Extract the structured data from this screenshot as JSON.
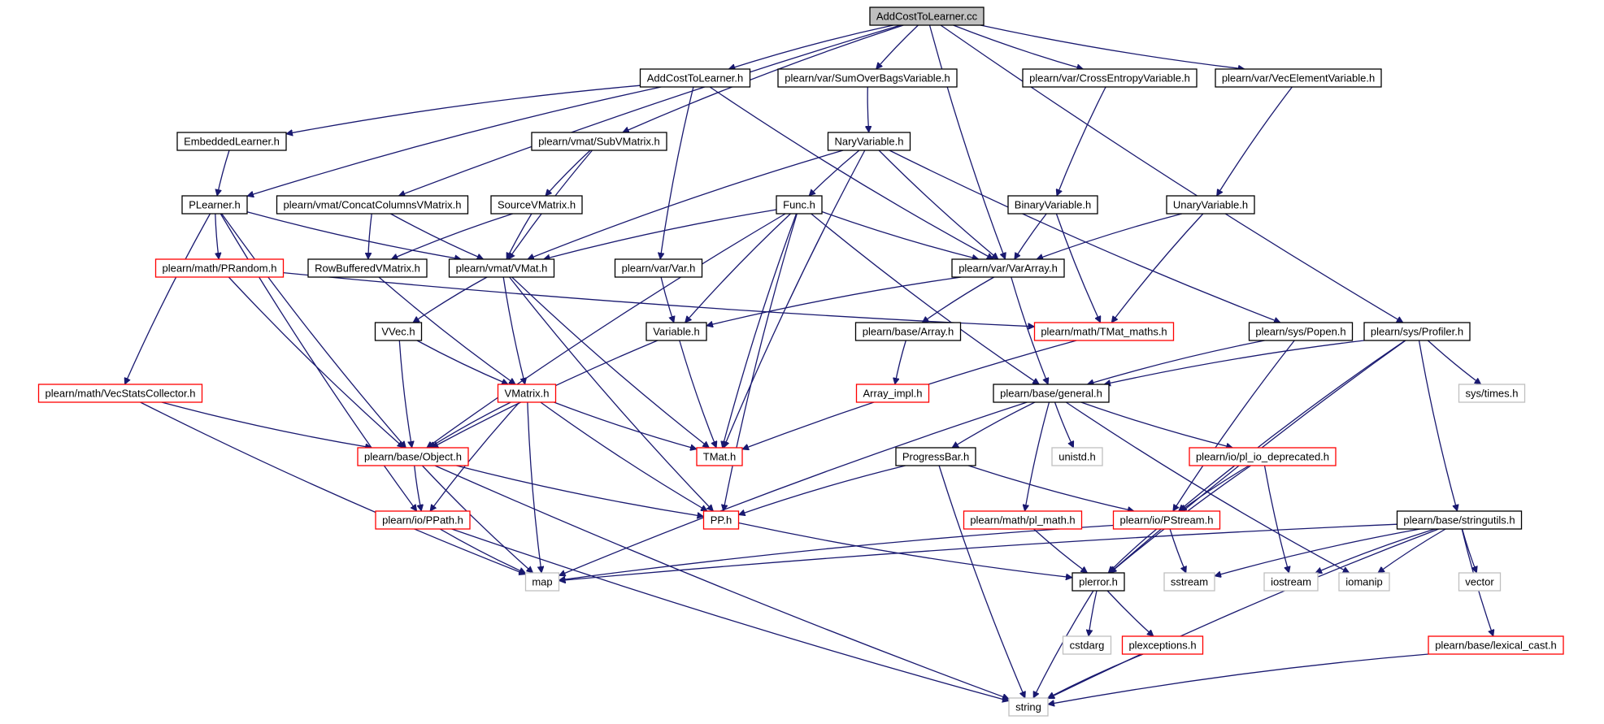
{
  "graph": {
    "title": "AddCostToLearner.cc",
    "colors": {
      "edge": "#191970",
      "root_fill": "#bfbfbf",
      "normal_border": "#000000",
      "truncated_border": "#ff0000",
      "external_border": "#bfbfbf",
      "external_text": "#7f7f7f"
    },
    "nodes": [
      {
        "id": "root",
        "label": "AddCostToLearner.cc",
        "kind": "root"
      },
      {
        "id": "actl_h",
        "label": "AddCostToLearner.h",
        "kind": "normal"
      },
      {
        "id": "sumover",
        "label": "plearn/var/SumOverBagsVariable.h",
        "kind": "normal"
      },
      {
        "id": "crossent",
        "label": "plearn/var/CrossEntropyVariable.h",
        "kind": "normal"
      },
      {
        "id": "vecelem",
        "label": "plearn/var/VecElementVariable.h",
        "kind": "normal"
      },
      {
        "id": "embedded",
        "label": "EmbeddedLearner.h",
        "kind": "normal"
      },
      {
        "id": "subvmat",
        "label": "plearn/vmat/SubVMatrix.h",
        "kind": "normal"
      },
      {
        "id": "nary",
        "label": "NaryVariable.h",
        "kind": "normal"
      },
      {
        "id": "plearner",
        "label": "PLearner.h",
        "kind": "normal"
      },
      {
        "id": "concat",
        "label": "plearn/vmat/ConcatColumnsVMatrix.h",
        "kind": "normal"
      },
      {
        "id": "sourcevm",
        "label": "SourceVMatrix.h",
        "kind": "normal"
      },
      {
        "id": "func",
        "label": "Func.h",
        "kind": "normal"
      },
      {
        "id": "binary",
        "label": "BinaryVariable.h",
        "kind": "normal"
      },
      {
        "id": "unary",
        "label": "UnaryVariable.h",
        "kind": "normal"
      },
      {
        "id": "prandom",
        "label": "plearn/math/PRandom.h",
        "kind": "truncated"
      },
      {
        "id": "rowbuf",
        "label": "RowBufferedVMatrix.h",
        "kind": "normal"
      },
      {
        "id": "vmat",
        "label": "plearn/vmat/VMat.h",
        "kind": "normal"
      },
      {
        "id": "var",
        "label": "plearn/var/Var.h",
        "kind": "normal"
      },
      {
        "id": "vararray",
        "label": "plearn/var/VarArray.h",
        "kind": "normal"
      },
      {
        "id": "vvec",
        "label": "VVec.h",
        "kind": "normal"
      },
      {
        "id": "variable",
        "label": "Variable.h",
        "kind": "normal"
      },
      {
        "id": "array",
        "label": "plearn/base/Array.h",
        "kind": "normal"
      },
      {
        "id": "tmatmaths",
        "label": "plearn/math/TMat_maths.h",
        "kind": "truncated"
      },
      {
        "id": "popen",
        "label": "plearn/sys/Popen.h",
        "kind": "normal"
      },
      {
        "id": "profiler",
        "label": "plearn/sys/Profiler.h",
        "kind": "normal"
      },
      {
        "id": "vecstats",
        "label": "plearn/math/VecStatsCollector.h",
        "kind": "truncated"
      },
      {
        "id": "vmatrix",
        "label": "VMatrix.h",
        "kind": "truncated"
      },
      {
        "id": "arrayimpl",
        "label": "Array_impl.h",
        "kind": "truncated"
      },
      {
        "id": "general",
        "label": "plearn/base/general.h",
        "kind": "normal"
      },
      {
        "id": "systimes",
        "label": "sys/times.h",
        "kind": "external"
      },
      {
        "id": "object",
        "label": "plearn/base/Object.h",
        "kind": "truncated"
      },
      {
        "id": "tmat",
        "label": "TMat.h",
        "kind": "truncated"
      },
      {
        "id": "progress",
        "label": "ProgressBar.h",
        "kind": "normal"
      },
      {
        "id": "unistd",
        "label": "unistd.h",
        "kind": "external"
      },
      {
        "id": "pliodep",
        "label": "plearn/io/pl_io_deprecated.h",
        "kind": "truncated"
      },
      {
        "id": "ppath",
        "label": "plearn/io/PPath.h",
        "kind": "truncated"
      },
      {
        "id": "pp",
        "label": "PP.h",
        "kind": "truncated"
      },
      {
        "id": "plmath",
        "label": "plearn/math/pl_math.h",
        "kind": "truncated"
      },
      {
        "id": "pstream",
        "label": "plearn/io/PStream.h",
        "kind": "truncated"
      },
      {
        "id": "stringutils",
        "label": "plearn/base/stringutils.h",
        "kind": "normal"
      },
      {
        "id": "map",
        "label": "map",
        "kind": "external"
      },
      {
        "id": "plerror",
        "label": "plerror.h",
        "kind": "normal"
      },
      {
        "id": "sstream",
        "label": "sstream",
        "kind": "external"
      },
      {
        "id": "iostream",
        "label": "iostream",
        "kind": "external"
      },
      {
        "id": "iomanip",
        "label": "iomanip",
        "kind": "external"
      },
      {
        "id": "vector",
        "label": "vector",
        "kind": "external"
      },
      {
        "id": "cstdarg",
        "label": "cstdarg",
        "kind": "external"
      },
      {
        "id": "plexceptions",
        "label": "plexceptions.h",
        "kind": "truncated"
      },
      {
        "id": "lexicalcast",
        "label": "plearn/base/lexical_cast.h",
        "kind": "truncated"
      },
      {
        "id": "string",
        "label": "string",
        "kind": "external"
      }
    ],
    "edges": [
      [
        "root",
        "actl_h"
      ],
      [
        "root",
        "sumover"
      ],
      [
        "root",
        "crossent"
      ],
      [
        "root",
        "vecelem"
      ],
      [
        "root",
        "subvmat"
      ],
      [
        "root",
        "concat"
      ],
      [
        "root",
        "vararray"
      ],
      [
        "root",
        "profiler"
      ],
      [
        "actl_h",
        "embedded"
      ],
      [
        "actl_h",
        "plearner"
      ],
      [
        "actl_h",
        "var"
      ],
      [
        "actl_h",
        "vararray"
      ],
      [
        "sumover",
        "nary"
      ],
      [
        "crossent",
        "binary"
      ],
      [
        "vecelem",
        "unary"
      ],
      [
        "embedded",
        "plearner"
      ],
      [
        "subvmat",
        "sourcevm"
      ],
      [
        "subvmat",
        "vmat"
      ],
      [
        "nary",
        "func"
      ],
      [
        "nary",
        "vmat"
      ],
      [
        "nary",
        "vararray"
      ],
      [
        "nary",
        "tmat"
      ],
      [
        "nary",
        "popen"
      ],
      [
        "plearner",
        "prandom"
      ],
      [
        "plearner",
        "vmat"
      ],
      [
        "plearner",
        "vecstats"
      ],
      [
        "plearner",
        "object"
      ],
      [
        "plearner",
        "ppath"
      ],
      [
        "concat",
        "rowbuf"
      ],
      [
        "concat",
        "vmat"
      ],
      [
        "sourcevm",
        "rowbuf"
      ],
      [
        "sourcevm",
        "vmat"
      ],
      [
        "func",
        "vmat"
      ],
      [
        "func",
        "vararray"
      ],
      [
        "func",
        "variable"
      ],
      [
        "func",
        "object"
      ],
      [
        "func",
        "tmat"
      ],
      [
        "func",
        "pp"
      ],
      [
        "func",
        "general"
      ],
      [
        "binary",
        "vararray"
      ],
      [
        "binary",
        "tmatmaths"
      ],
      [
        "unary",
        "vararray"
      ],
      [
        "unary",
        "tmatmaths"
      ],
      [
        "prandom",
        "tmatmaths"
      ],
      [
        "prandom",
        "object"
      ],
      [
        "rowbuf",
        "vmatrix"
      ],
      [
        "vmat",
        "vvec"
      ],
      [
        "vmat",
        "vmatrix"
      ],
      [
        "vmat",
        "tmat"
      ],
      [
        "vmat",
        "pp"
      ],
      [
        "var",
        "variable"
      ],
      [
        "vararray",
        "variable"
      ],
      [
        "vararray",
        "array"
      ],
      [
        "vararray",
        "general"
      ],
      [
        "vvec",
        "object"
      ],
      [
        "vvec",
        "vmatrix"
      ],
      [
        "variable",
        "object"
      ],
      [
        "variable",
        "tmat"
      ],
      [
        "array",
        "arrayimpl"
      ],
      [
        "tmatmaths",
        "tmat"
      ],
      [
        "popen",
        "general"
      ],
      [
        "popen",
        "pstream"
      ],
      [
        "profiler",
        "general"
      ],
      [
        "profiler",
        "systimes"
      ],
      [
        "profiler",
        "pstream"
      ],
      [
        "profiler",
        "plerror"
      ],
      [
        "profiler",
        "stringutils"
      ],
      [
        "vecstats",
        "object"
      ],
      [
        "vecstats",
        "map"
      ],
      [
        "vmatrix",
        "object"
      ],
      [
        "vmatrix",
        "ppath"
      ],
      [
        "vmatrix",
        "tmat"
      ],
      [
        "vmatrix",
        "pp"
      ],
      [
        "vmatrix",
        "map"
      ],
      [
        "general",
        "progress"
      ],
      [
        "general",
        "unistd"
      ],
      [
        "general",
        "plmath"
      ],
      [
        "general",
        "pliodep"
      ],
      [
        "general",
        "map"
      ],
      [
        "general",
        "iomanip"
      ],
      [
        "object",
        "ppath"
      ],
      [
        "object",
        "pp"
      ],
      [
        "object",
        "map"
      ],
      [
        "object",
        "string"
      ],
      [
        "progress",
        "pp"
      ],
      [
        "progress",
        "pstream"
      ],
      [
        "progress",
        "string"
      ],
      [
        "pliodep",
        "pstream"
      ],
      [
        "pliodep",
        "iostream"
      ],
      [
        "pliodep",
        "plerror"
      ],
      [
        "ppath",
        "map"
      ],
      [
        "ppath",
        "string"
      ],
      [
        "pp",
        "plerror"
      ],
      [
        "plmath",
        "plerror"
      ],
      [
        "pstream",
        "map"
      ],
      [
        "pstream",
        "plerror"
      ],
      [
        "pstream",
        "sstream"
      ],
      [
        "stringutils",
        "map"
      ],
      [
        "stringutils",
        "sstream"
      ],
      [
        "stringutils",
        "iostream"
      ],
      [
        "stringutils",
        "iomanip"
      ],
      [
        "stringutils",
        "vector"
      ],
      [
        "stringutils",
        "lexicalcast"
      ],
      [
        "stringutils",
        "string"
      ],
      [
        "plerror",
        "cstdarg"
      ],
      [
        "plerror",
        "plexceptions"
      ],
      [
        "plerror",
        "string"
      ],
      [
        "plexceptions",
        "string"
      ],
      [
        "lexicalcast",
        "string"
      ]
    ]
  }
}
